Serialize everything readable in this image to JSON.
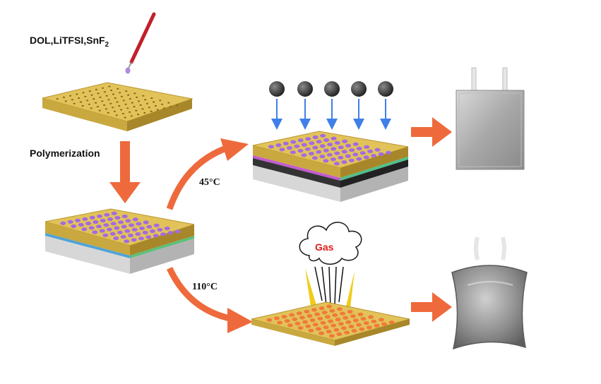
{
  "labels": {
    "reagents_main": "DOL,LiTFSI,SnF",
    "reagents_sub": "2",
    "polymerization": "Polymerization",
    "temp_low": "45°C",
    "temp_high": "110°C",
    "gas": "Gas"
  },
  "colors": {
    "arrow": "#ee6a3c",
    "film_top": "#e2c35a",
    "film_side": "#b8962f",
    "pore_dark": "#8a6b1e",
    "pore_violet": "#a36be0",
    "pore_orange": "#f07a3a",
    "substrate": "#c7c7c7",
    "ion": "#3a3a3a",
    "ion_arrow": "#3f7fe8",
    "gas_text": "#e01b1b",
    "pouch": "#9a9a9a"
  },
  "icons": {
    "dropper": "dropper-icon",
    "lithium_ion": "ion-sphere-icon",
    "pouch_cell": "pouch-cell-icon",
    "swollen_pouch": "swollen-pouch-icon",
    "gas_cloud": "gas-cloud-icon"
  }
}
